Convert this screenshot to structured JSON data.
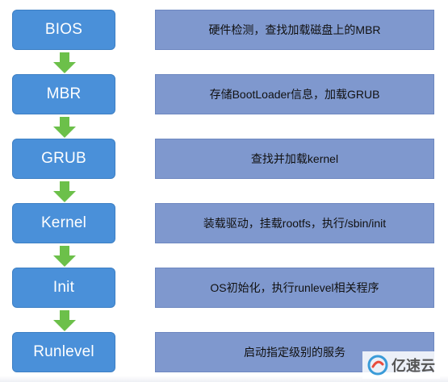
{
  "steps": [
    {
      "name": "BIOS",
      "desc": "硬件检测，查找加载磁盘上的MBR"
    },
    {
      "name": "MBR",
      "desc": "存储BootLoader信息，加载GRUB"
    },
    {
      "name": "GRUB",
      "desc": "查找并加载kernel"
    },
    {
      "name": "Kernel",
      "desc": "装载驱动，挂载rootfs，执行/sbin/init"
    },
    {
      "name": "Init",
      "desc": "OS初始化，执行runlevel相关程序"
    },
    {
      "name": "Runlevel",
      "desc": "启动指定级别的服务"
    }
  ],
  "watermark": {
    "text": "亿速云",
    "icon": "yisu-logo-icon"
  },
  "colors": {
    "step_fill": "#4a90d9",
    "desc_fill": "#7f98ce",
    "arrow": "#6cc04a"
  }
}
